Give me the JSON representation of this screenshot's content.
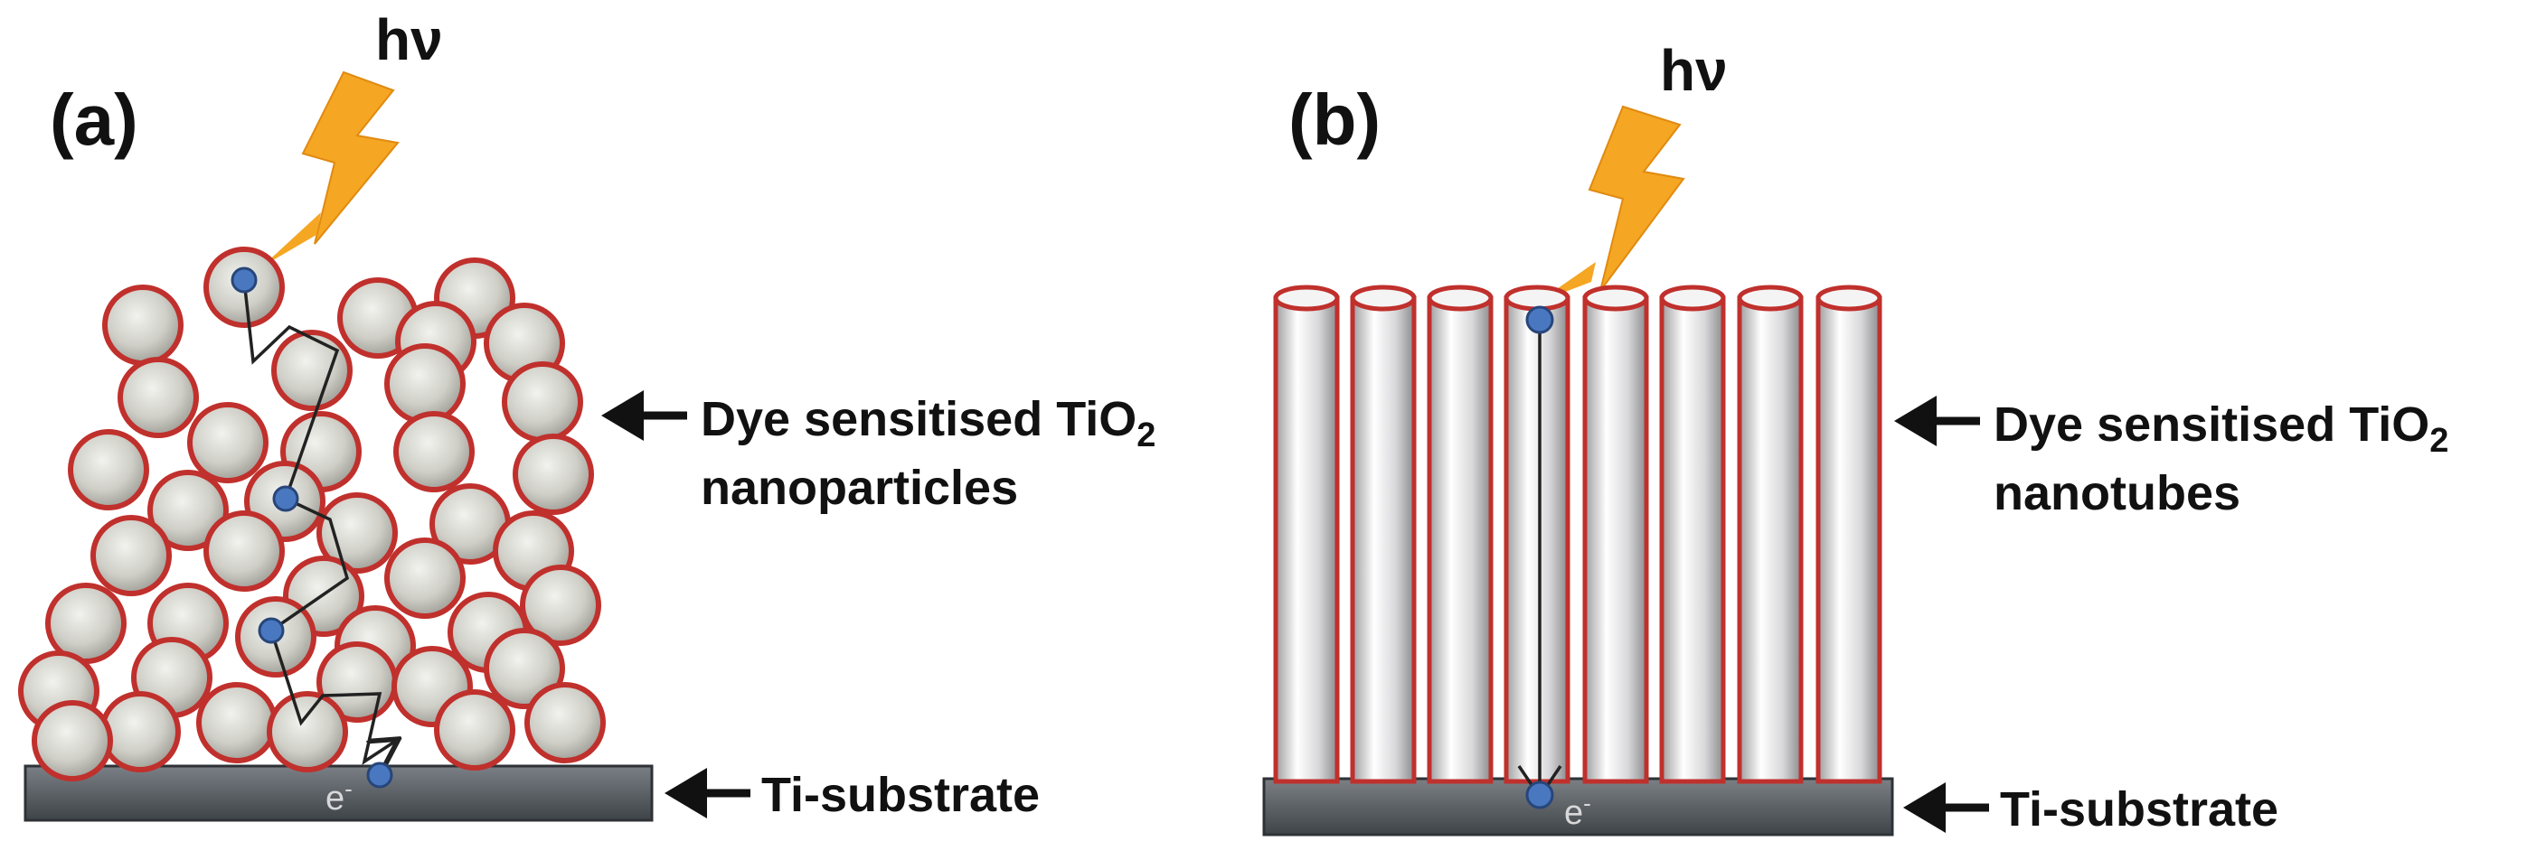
{
  "panels": {
    "a": {
      "letter": "(a)",
      "photon": "hν",
      "layer_label_line1": "Dye sensitised TiO",
      "layer_label_sub": "2",
      "layer_label_line2": "nanoparticles",
      "substrate_label": "Ti-substrate",
      "electron_label": "e",
      "electron_sup": "-"
    },
    "b": {
      "letter": "(b)",
      "photon": "hν",
      "layer_label_line1": "Dye sensitised TiO",
      "layer_label_sub": "2",
      "layer_label_line2": "nanotubes",
      "substrate_label": "Ti-substrate",
      "electron_label": "e",
      "electron_sup": "-"
    }
  },
  "colors": {
    "particle_fill": "#cfcfc8",
    "particle_rim": "#c0302c",
    "substrate": "#555a5e",
    "lightning": "#f5a623",
    "electron": "#4a78c0",
    "arrow": "#111111"
  }
}
